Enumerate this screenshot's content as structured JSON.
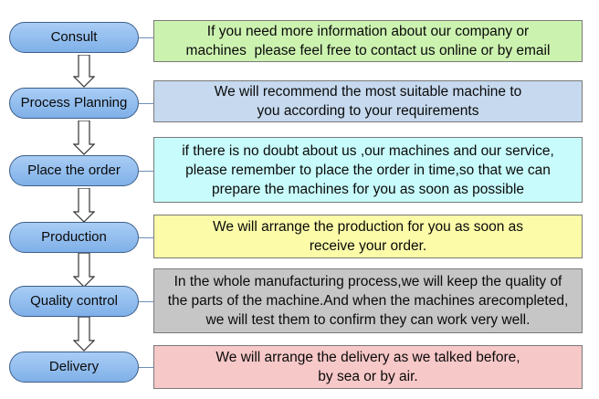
{
  "steps": [
    {
      "label": "Consult",
      "lines": [
        "If you need more information about our company or",
        "machines  please feel free to contact us online or by email"
      ],
      "fill": "#ccf2b0"
    },
    {
      "label": "Process Planning",
      "lines": [
        "We will recommend the most suitable machine to",
        "you according to your requirements"
      ],
      "fill": "#c6d9ee"
    },
    {
      "label": "Place the order",
      "lines": [
        "if there is no doubt about us ,our machines and our service,",
        "please remember to place the order in time,so that we can",
        "prepare the machines for you as soon as possible"
      ],
      "fill": "#c8fbfb"
    },
    {
      "label": "Production",
      "lines": [
        "We will arrange the production for you as soon as",
        "receive your order."
      ],
      "fill": "#fbfba8"
    },
    {
      "label": "Quality control",
      "lines": [
        "In the whole manufacturing process,we will keep the quality of",
        "the parts of the machine.And when the machines arecompleted,",
        "we will test them to confirm they can work very well."
      ],
      "fill": "#c6c6c6"
    },
    {
      "label": "Delivery",
      "lines": [
        "We will arrange the delivery as we talked before,",
        "by sea or by air."
      ],
      "fill": "#f7c8c8"
    }
  ],
  "colors": {
    "pill_border": "#3d5f8a",
    "pill_fill_top": "#a9cdf5",
    "pill_fill_bottom": "#7fb0e8",
    "box_border": "#7a7a7a",
    "arrow_stroke": "#333333"
  }
}
